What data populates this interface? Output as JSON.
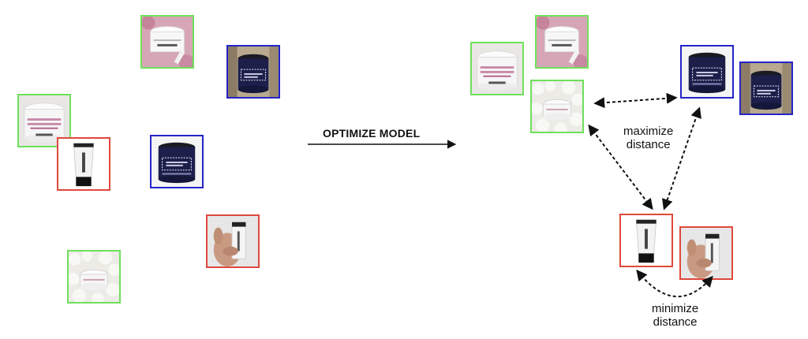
{
  "center_label": "OPTIMIZE MODEL",
  "annotations": {
    "maximize": [
      "maximize",
      "distance"
    ],
    "minimize": [
      "minimize",
      "distance"
    ]
  },
  "colors": {
    "anchor_green": "#6ee05a",
    "navy_blue": "#2424c8",
    "red": "#e0483c",
    "arrow": "#111111"
  },
  "product_icons": [
    "white-jar-icon",
    "navy-jar-icon",
    "tube-icon",
    "hand-tube-icon",
    "fluffy-jar-icon"
  ]
}
